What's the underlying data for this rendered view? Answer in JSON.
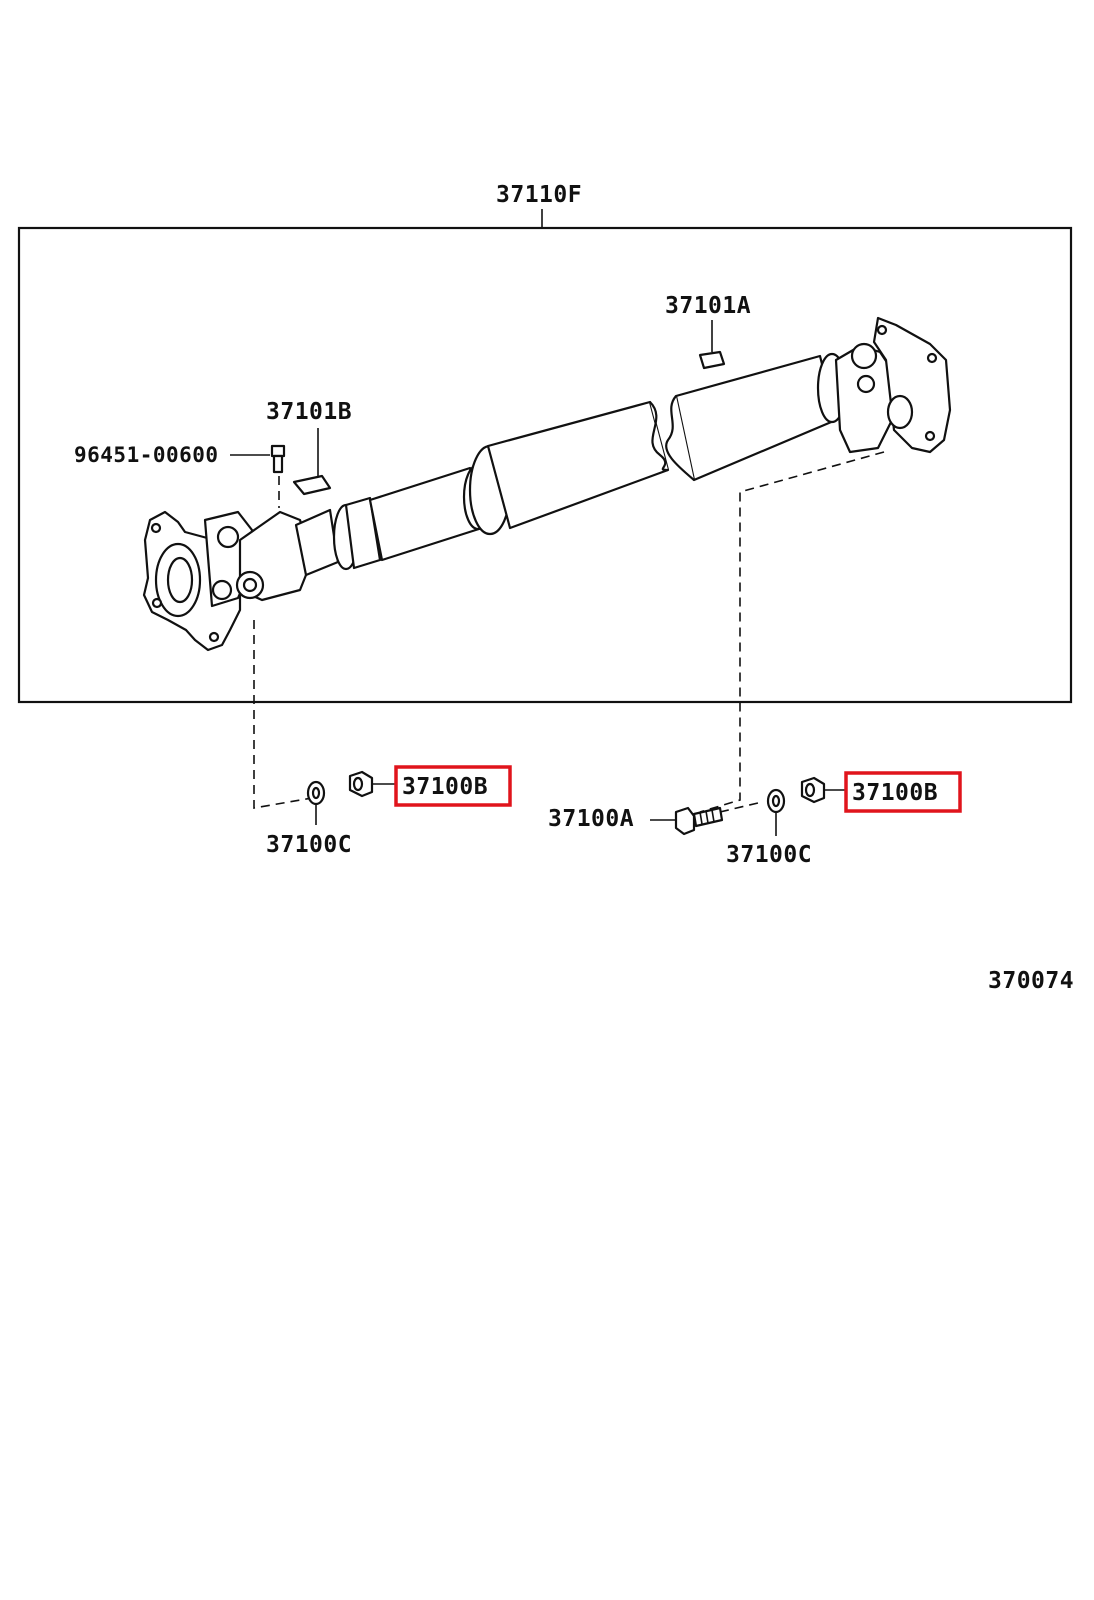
{
  "labels": {
    "assembly": "37110F",
    "center_bearing_cover": "37101A",
    "front_cover": "37101B",
    "grease_fitting": "96451-00600",
    "nut_left_boxed": "37100B",
    "nut_right_boxed": "37100B",
    "washer_left": "37100C",
    "washer_right": "37100C",
    "bolt": "37100A",
    "diagram_number": "370074"
  },
  "colors": {
    "highlight_box": "#e0141c",
    "line": "#111111",
    "background": "#ffffff"
  }
}
